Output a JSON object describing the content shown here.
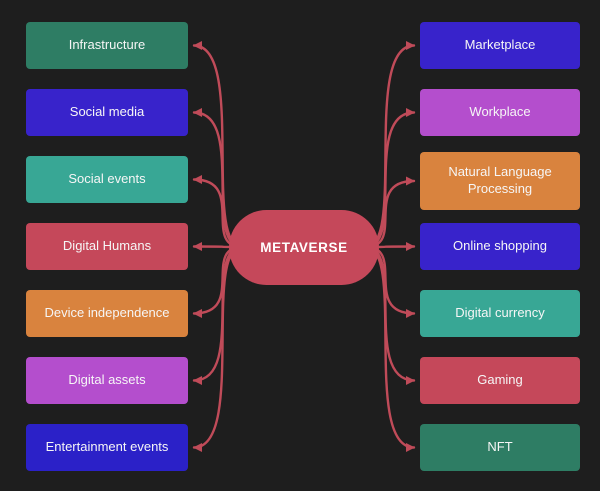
{
  "background": "#1e1e1e",
  "arrow_color": "#c04b59",
  "center": {
    "label": "METAVERSE",
    "color": "#c5485a"
  },
  "left_items": [
    {
      "label": "Infrastructure",
      "color": "#2e7d64"
    },
    {
      "label": "Social media",
      "color": "#3823cb"
    },
    {
      "label": "Social events",
      "color": "#38a795"
    },
    {
      "label": "Digital Humans",
      "color": "#c5485a"
    },
    {
      "label": "Device independence",
      "color": "#d9833e"
    },
    {
      "label": "Digital assets",
      "color": "#b44ecd"
    },
    {
      "label": "Entertainment events",
      "color": "#2b21c8"
    }
  ],
  "right_items": [
    {
      "label": "Marketplace",
      "color": "#3823cb"
    },
    {
      "label": "Workplace",
      "color": "#b44ecd"
    },
    {
      "label": "Natural Language Processing",
      "color": "#d9833e"
    },
    {
      "label": "Online shopping",
      "color": "#3823cb"
    },
    {
      "label": "Digital currency",
      "color": "#38a795"
    },
    {
      "label": "Gaming",
      "color": "#c5485a"
    },
    {
      "label": "NFT",
      "color": "#2e7d64"
    }
  ]
}
